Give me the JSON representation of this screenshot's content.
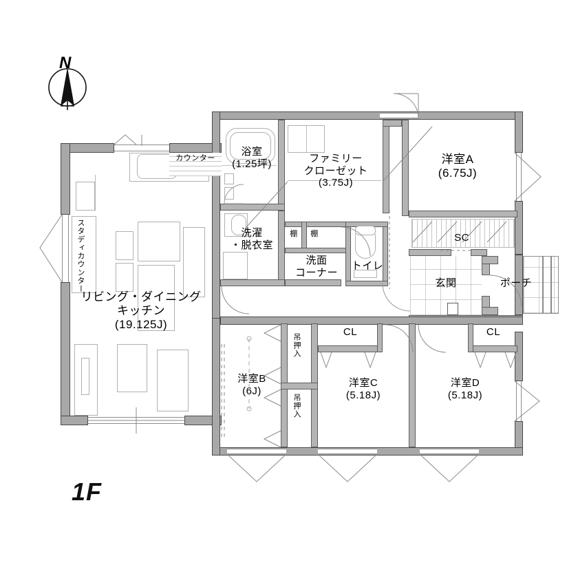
{
  "plan": {
    "floor_label": "1F",
    "compass_label": "N",
    "compass_icon": "north-arrow-icon"
  },
  "rooms": [
    {
      "key": "ldk",
      "name": "リビング・ダイニング",
      "name2": "キッチン",
      "area": "(19.125J)"
    },
    {
      "key": "bath",
      "name": "浴室",
      "area": "(1.25坪)"
    },
    {
      "key": "family_cl",
      "name": "ファミリー",
      "name2": "クローゼット",
      "area": "(3.75J)"
    },
    {
      "key": "laundry",
      "name": "洗濯",
      "name2": "・脱衣室",
      "area": ""
    },
    {
      "key": "washstand",
      "name": "洗面",
      "name2": "コーナー",
      "area": ""
    },
    {
      "key": "toilet",
      "name": "トイレ",
      "area": ""
    },
    {
      "key": "room_a",
      "name": "洋室A",
      "area": "(6.75J)"
    },
    {
      "key": "room_b",
      "name": "洋室B",
      "area": "(6J)"
    },
    {
      "key": "room_c",
      "name": "洋室C",
      "area": "(5.18J)"
    },
    {
      "key": "room_d",
      "name": "洋室D",
      "area": "(5.18J)"
    },
    {
      "key": "entrance",
      "name": "玄関",
      "area": ""
    },
    {
      "key": "porch",
      "name": "ポーチ",
      "area": ""
    }
  ],
  "storage": [
    {
      "key": "sc",
      "name": "SC"
    },
    {
      "key": "cl_c",
      "name": "CL"
    },
    {
      "key": "cl_d",
      "name": "CL"
    },
    {
      "key": "shelf_1",
      "name": "棚"
    },
    {
      "key": "shelf_2",
      "name": "棚"
    },
    {
      "key": "hang_1",
      "name": "吊押入"
    },
    {
      "key": "hang_2",
      "name": "吊押入"
    }
  ],
  "counters": [
    {
      "key": "counter",
      "name": "カウンター"
    },
    {
      "key": "study_counter",
      "name": "スタディカウンター"
    }
  ],
  "colors": {
    "wall": "#a8a8a8",
    "wall_edge": "#4a4a4a",
    "partition": "#b4b4b4",
    "fixture_line": "#b0b0b0",
    "text": "#000000",
    "background": "#ffffff"
  }
}
